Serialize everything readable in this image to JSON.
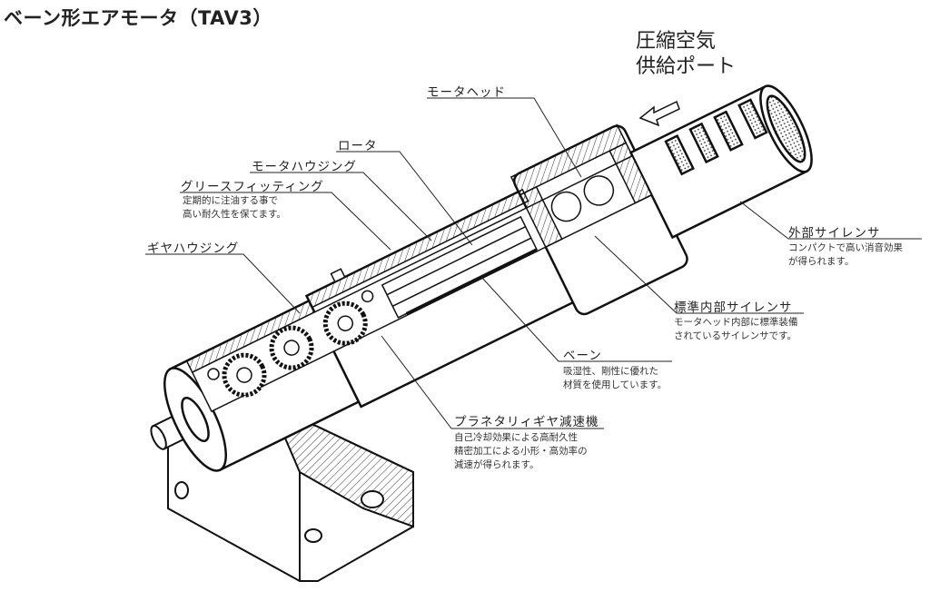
{
  "title": "ベーン形エアモータ（TAV3）",
  "air_port": {
    "line1": "圧縮空気",
    "line2": "供給ポート"
  },
  "labels": {
    "motor_head": {
      "name": "モータヘッド"
    },
    "rotor": {
      "name": "ロータ"
    },
    "motor_housing": {
      "name": "モータハウジング"
    },
    "grease_fitting": {
      "name": "グリースフィッティング",
      "desc1": "定期的に注油する事で",
      "desc2": "高い耐久性を保てます。"
    },
    "gear_housing": {
      "name": "ギヤハウジング"
    },
    "external_silencer": {
      "name": "外部サイレンサ",
      "desc1": "コンパクトで高い消音効果",
      "desc2": "が得られます。"
    },
    "internal_silencer": {
      "name": "標準内部サイレンサ",
      "desc1": "モータヘッド内部に標準装備",
      "desc2": "されているサイレンサです。"
    },
    "vane": {
      "name": "ベーン",
      "desc1": "吸湿性、剛性に優れた",
      "desc2": "材質を使用しています。"
    },
    "planetary_gear": {
      "name": "プラネタリィギヤ減速機",
      "desc1": "自己冷却効果による高耐久性",
      "desc2": "精密加工による小形・高効率の",
      "desc3": "減速が得られます。"
    }
  }
}
